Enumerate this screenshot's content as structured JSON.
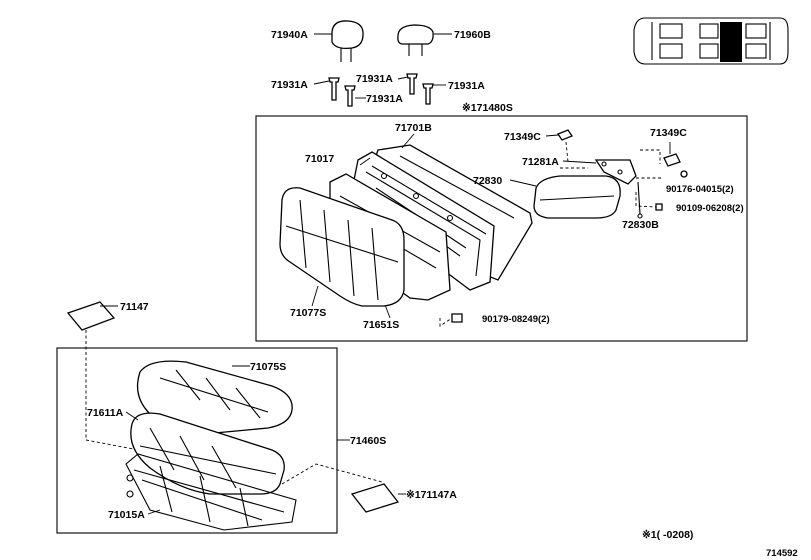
{
  "labels": {
    "p71940A": "71940A",
    "p71960B": "71960B",
    "p71931A_1": "71931A",
    "p71931A_2": "71931A",
    "p71931A_3": "71931A",
    "p71931A_4": "71931A",
    "p71480S": "※171480S",
    "p71701B": "71701B",
    "p71017": "71017",
    "p71349C_1": "71349C",
    "p71349C_2": "71349C",
    "p71281A": "71281A",
    "p72830": "72830",
    "p90176": "90176-04015(2)",
    "p90109": "90109-06208(2)",
    "p72830B": "72830B",
    "p71077S": "71077S",
    "p71651S": "71651S",
    "p90179": "90179-08249(2)",
    "p71147": "71147",
    "p71075S": "71075S",
    "p71611A": "71611A",
    "p71460S": "71460S",
    "p71147A": "※171147A",
    "p71015A": "71015A"
  },
  "footnote": "※1(    -0208)",
  "figure_id": "714592"
}
